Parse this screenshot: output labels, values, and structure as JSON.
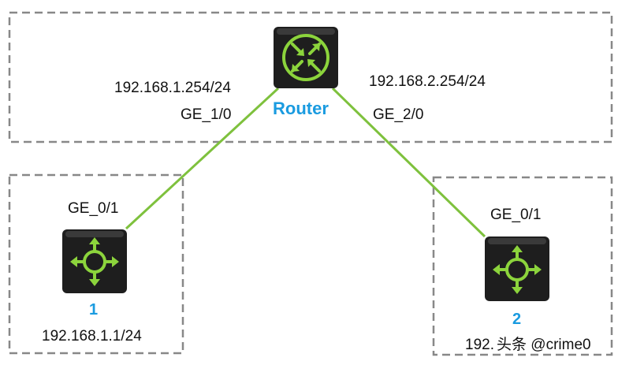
{
  "router": {
    "name": "Router",
    "if1": "GE_1/0",
    "if1_ip": "192.168.1.254/24",
    "if2": "GE_2/0",
    "if2_ip": "192.168.2.254/24",
    "icon": "router-icon"
  },
  "switch1": {
    "name": "1",
    "port": "GE_0/1",
    "ip": "192.168.1.1/24",
    "icon": "layer3-switch-icon"
  },
  "switch2": {
    "name": "2",
    "port": "GE_0/1",
    "ip": "192.",
    "icon": "layer3-switch-icon"
  },
  "watermark": "头条 @crime0",
  "colors": {
    "link": "#7ec13d",
    "device_body": "#1e1e1e",
    "device_symbol": "#8cd43c",
    "device_label": "#1a9be0",
    "zone_border": "#888888"
  }
}
